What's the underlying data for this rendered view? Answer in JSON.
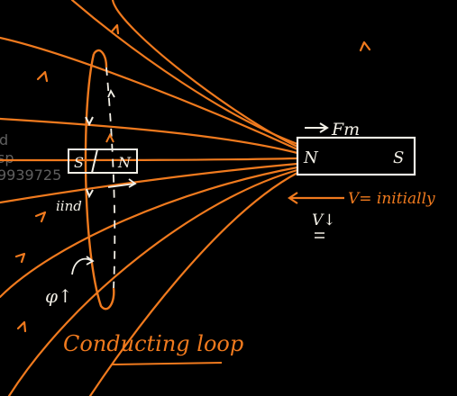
{
  "colors": {
    "background": "#000000",
    "field_lines": "#f07a1e",
    "chalk": "#f2efe6",
    "watermark": "#6a6a6a"
  },
  "magnet": {
    "north_label": "N",
    "south_label": "S"
  },
  "induced_magnet": {
    "south_label": "S",
    "north_label": "N"
  },
  "labels": {
    "force": "Fm",
    "velocity": "V= initially",
    "velocity_decreasing": "V↓",
    "induced_current": "iind",
    "flux": "φ↑",
    "caption": "Conducting loop"
  },
  "watermark_fragments": [
    "d",
    "sp",
    "9939725"
  ]
}
